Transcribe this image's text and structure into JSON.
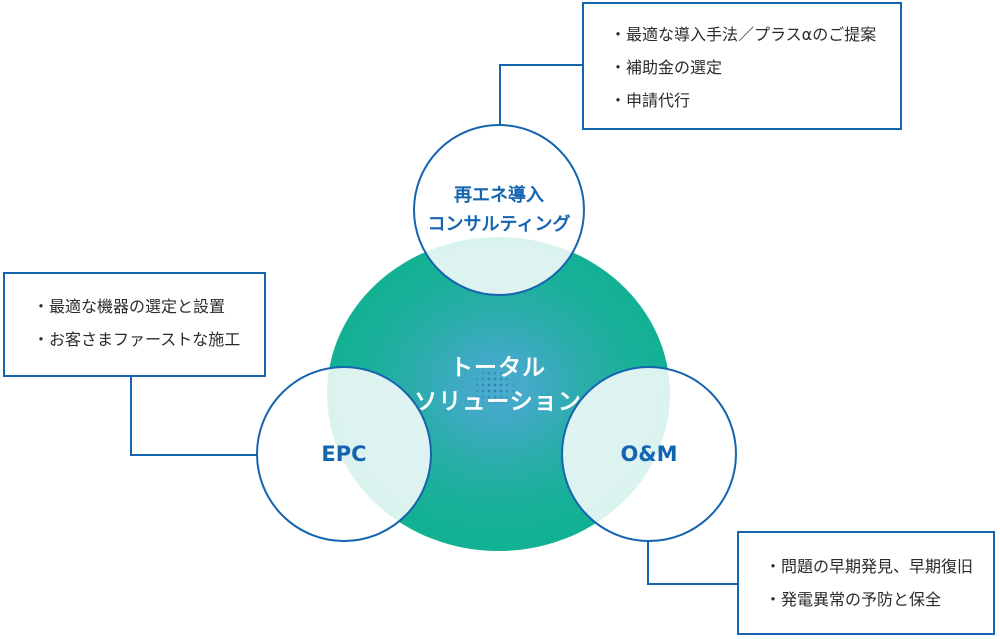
{
  "diagram": {
    "center": {
      "line1": "トータル",
      "line2": "ソリューション"
    },
    "nodes": {
      "consulting": {
        "line1": "再エネ導入",
        "line2": "コンサルティング"
      },
      "epc": {
        "label": "EPC"
      },
      "om": {
        "label": "O&M"
      }
    },
    "callouts": {
      "consulting": {
        "items": [
          "・最適な導入手法／プラスαのご提案",
          "・補助金の選定",
          "・申請代行"
        ]
      },
      "epc": {
        "items": [
          "・最適な機器の選定と設置",
          "・お客さまファーストな施工"
        ]
      },
      "om": {
        "items": [
          "・問題の早期発見、早期復旧",
          "・発電異常の予防と保全"
        ]
      }
    },
    "colors": {
      "accent_blue": "#1464b0",
      "gradient_center_blue": "#4caccf",
      "gradient_edge_teal": "#12b193",
      "overlap_tint": "rgba(255,255,255,0.85)",
      "text_dark": "#2b2b2b",
      "center_text": "#ffffff"
    }
  }
}
